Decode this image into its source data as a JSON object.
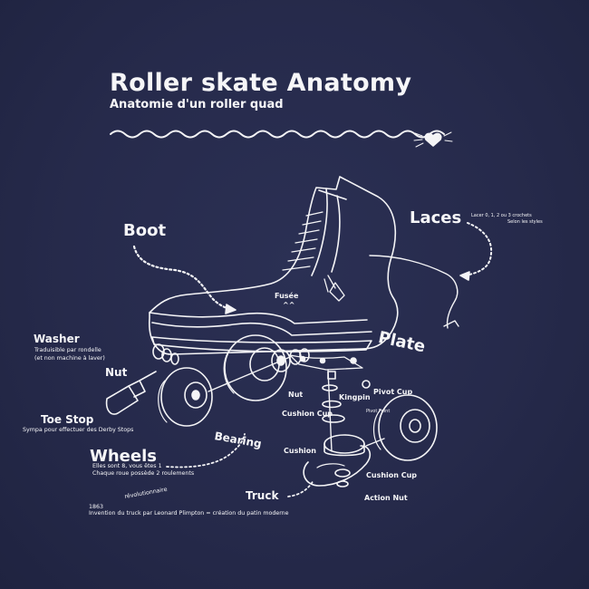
{
  "header": {
    "title": "Roller skate Anatomy",
    "subtitle": "Anatomie d'un roller quad"
  },
  "labels": {
    "boot": "Boot",
    "laces": "Laces",
    "laces_note_1": "Lacer 0, 1, 2 ou 3 crochets",
    "laces_note_2": "Selon les styles",
    "fusee": "Fusée",
    "fusee_mark": "^^",
    "plate": "Plate",
    "washer": "Washer",
    "washer_note_1": "Traduisible par rondelle",
    "washer_note_2": "(et non machine à laver)",
    "nut_left": "Nut",
    "toe_stop": "Toe Stop",
    "toe_stop_note": "Sympa pour effectuer des Derby Stops",
    "nut_center": "Nut",
    "kingpin": "Kingpin",
    "pivot_cup": "Pivot Cup",
    "cushion_cup_top": "Cushion Cup",
    "pivot_point": "Pivot Point",
    "bearing": "Bearing",
    "cushion": "Cushion",
    "wheels": "Wheels",
    "wheels_note_1": "Elles sont 8, vous êtes 1",
    "wheels_note_2": "Chaque roue possède 2 roulements",
    "cushion_cup_bottom": "Cushion Cup",
    "action_nut": "Action Nut",
    "truck": "Truck",
    "revolution": "révolutionnaire",
    "year": "1863",
    "history": "Invention du truck par Leonard Plimpton = création du patin moderne"
  },
  "colors": {
    "background": "#262a4b",
    "ink": "#f4f4f6"
  }
}
